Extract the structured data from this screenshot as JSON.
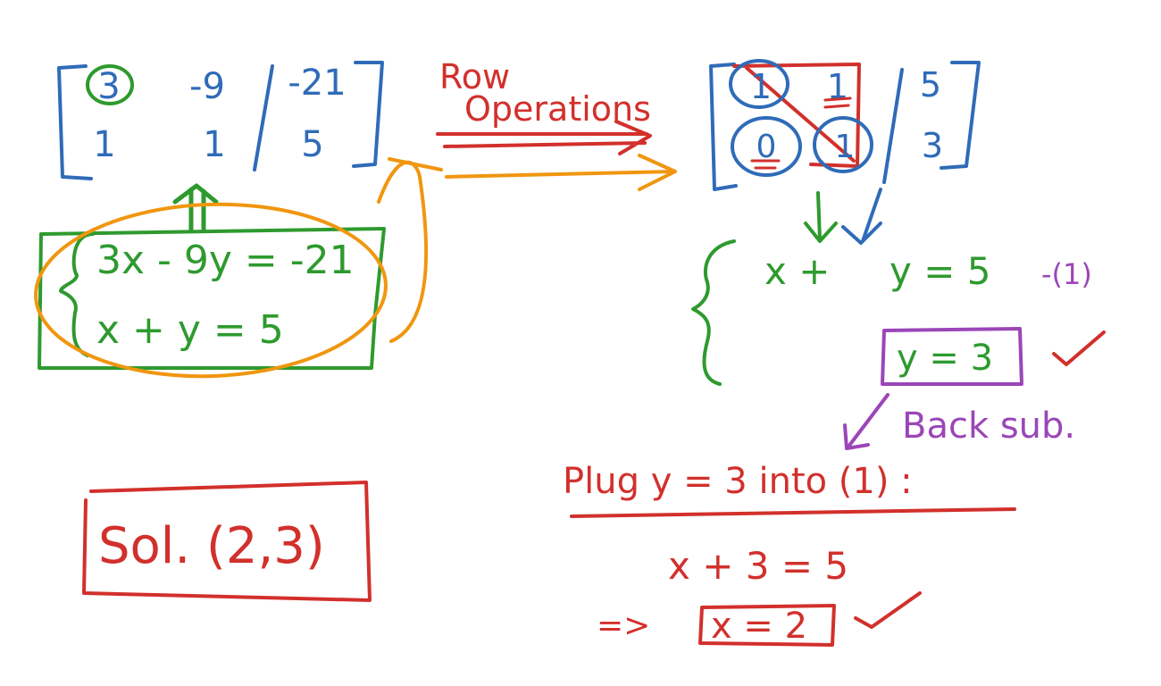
{
  "colors": {
    "blue": "#2f6bb8",
    "green": "#2e9a2e",
    "red": "#d2302c",
    "orange": "#f0960f",
    "purple": "#9a46b8"
  },
  "augmented_matrix": {
    "rows": [
      [
        "3",
        "-9",
        "-21"
      ],
      [
        "1",
        "1",
        "5"
      ]
    ]
  },
  "system": {
    "eq1": "3x - 9y = -21",
    "eq2": "x + y = 5"
  },
  "row_operations": {
    "line1": "Row",
    "line2": "Operations"
  },
  "reduced_matrix": {
    "rows": [
      [
        "1",
        "1",
        "5"
      ],
      [
        "0",
        "1",
        "3"
      ]
    ]
  },
  "reduced_system": {
    "eq1_left": "x +",
    "eq1_right": "y = 5",
    "eq1_tag": "-(1)",
    "eq2": "y = 3"
  },
  "back_sub": {
    "label": "Back sub.",
    "plug": "Plug  y = 3  into  (1) :",
    "step1": "x + 3 = 5",
    "implies": "=>",
    "result": "x = 2"
  },
  "solution": {
    "label": "Sol.  (2,3)"
  }
}
